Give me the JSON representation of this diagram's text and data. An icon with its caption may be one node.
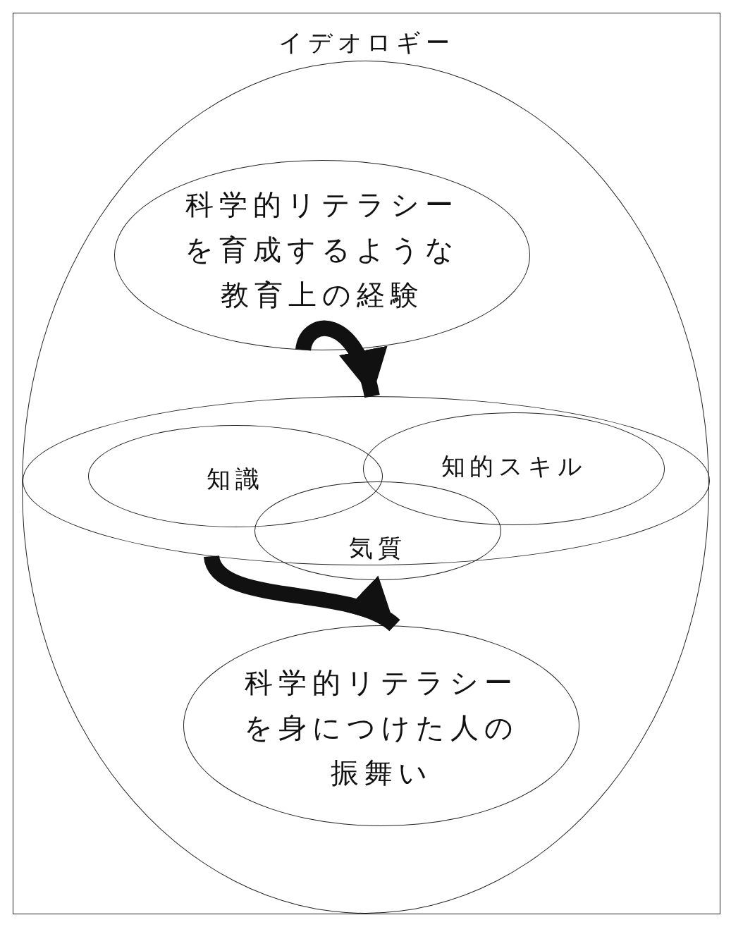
{
  "diagram": {
    "nodes": [
      {
        "text": [
          "イデオロギー"
        ]
      },
      {
        "text": [],
        "shape": "circle",
        "in": 0
      },
      {
        "text": [
          "科学的リテラシーを育成するような教育上の経験"
        ],
        "in": 1
      },
      {
        "text": [],
        "shape": "circle",
        "in": 1
      },
      {
        "text": [
          "知識"
        ],
        "in": 3
      },
      {
        "text": [
          "知的スキル"
        ],
        "in": 3
      },
      {
        "text": [
          "気質"
        ],
        "in": 3
      },
      {
        "text": [
          "科学的リテラシーを身につけた人の振舞い"
        ],
        "in": 1
      }
    ],
    "edges": [
      {
        "from": 2,
        "to": 3,
        "arrow": "to"
      },
      {
        "from": 3,
        "to": 7,
        "arrow": "to"
      }
    ]
  }
}
